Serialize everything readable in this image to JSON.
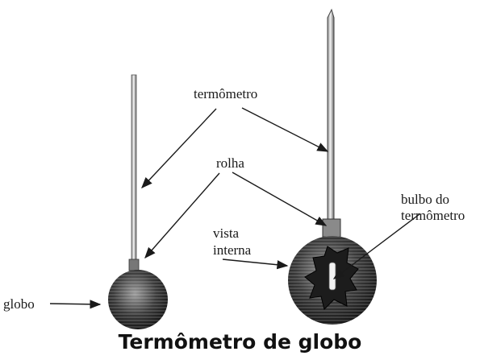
{
  "labels": {
    "termometro": "termômetro",
    "rolha": "rolha",
    "vista_interna_1": "vista",
    "vista_interna_2": "interna",
    "bulbo_1": "bulbo do",
    "bulbo_2": "termômetro",
    "globo": "globo"
  },
  "caption": "Termômetro de globo"
}
